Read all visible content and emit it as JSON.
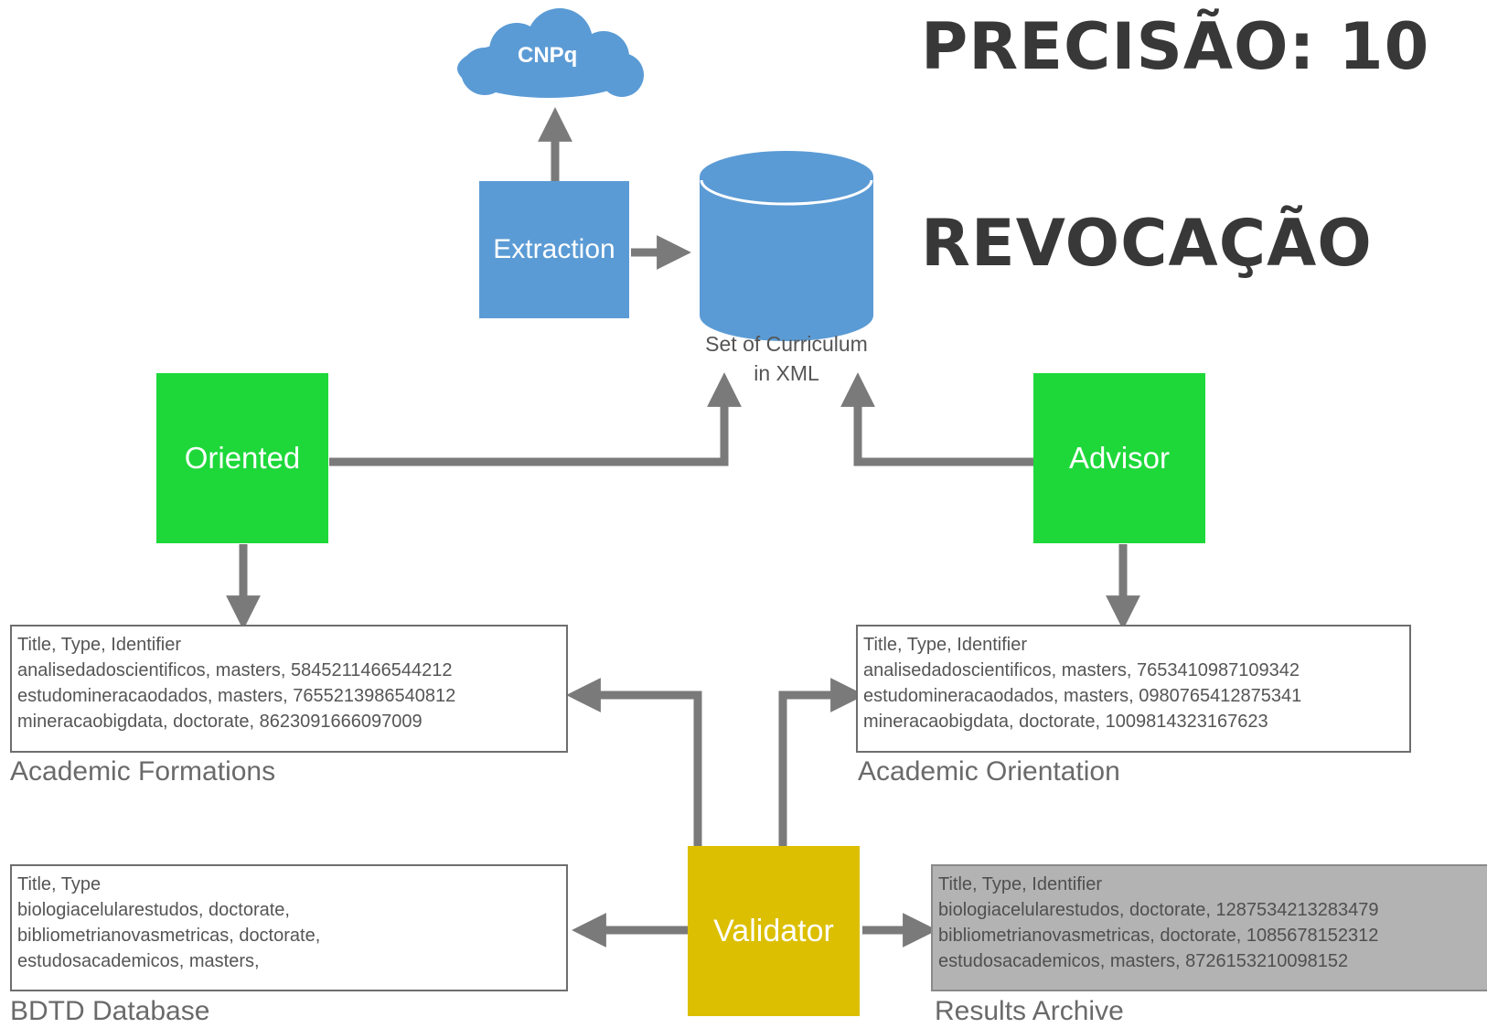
{
  "headlines": {
    "precision": "PRECISÃO: 10",
    "recall": "REVOCAÇÃO"
  },
  "nodes": {
    "cnpq": "CNPq",
    "extraction": "Extraction",
    "database_caption": [
      "Set of Curriculum",
      "in XML"
    ],
    "oriented": "Oriented",
    "advisor": "Advisor",
    "validator": "Validator"
  },
  "tables": {
    "academic_formations": {
      "header": "Title, Type, Identifier",
      "rows": [
        "analisedadoscientificos, masters, 5845211466544212",
        "estudomineracaodados, masters, 7655213986540812",
        "mineracaobigdata, doctorate, 8623091666097009"
      ],
      "caption": "Academic Formations"
    },
    "academic_orientation": {
      "header": "Title, Type, Identifier",
      "rows": [
        "analisedadoscientificos, masters, 7653410987109342",
        "estudomineracaodados, masters, 0980765412875341",
        "mineracaobigdata, doctorate, 1009814323167623"
      ],
      "caption": "Academic Orientation"
    },
    "bdtd_database": {
      "header": "Title, Type",
      "rows": [
        "biologiacelularestudos, doctorate,",
        "bibliometrianovasmetricas, doctorate,",
        "estudosacademicos, masters,"
      ],
      "caption": "BDTD Database"
    },
    "results_archive": {
      "header": "Title, Type, Identifier",
      "rows": [
        "biologiacelularestudos, doctorate, 1287534213283479",
        "bibliometrianovasmetricas, doctorate, 1085678152312",
        "estudosacademicos, masters, 8726153210098152"
      ],
      "caption": "Results Archive"
    }
  },
  "colors": {
    "green": "#1ed83a",
    "blue": "#5b9bd5",
    "yellow": "#dcbf00",
    "connector": "#7a7a7a",
    "results_fill": "#b3b3b3"
  }
}
